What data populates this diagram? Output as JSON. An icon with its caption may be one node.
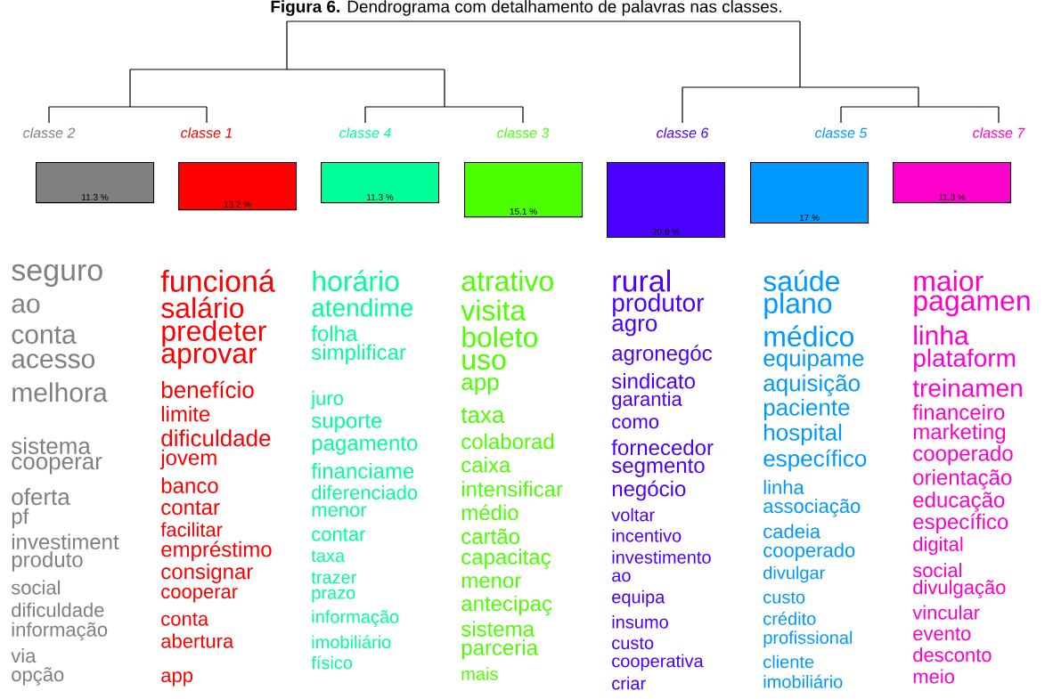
{
  "diagram": {
    "title": "**Figura 6.** Dendrograma com detalhamento de palavras nas classes.",
    "nodes": [
      {
        "text": [
          "classe  2"
        ]
      },
      {
        "text": [
          "classe  1"
        ]
      },
      {
        "text": [
          "classe  4"
        ]
      },
      {
        "text": [
          "classe  3"
        ]
      },
      {
        "text": [
          "classe  6"
        ]
      },
      {
        "text": [
          "classe  5"
        ]
      },
      {
        "text": [
          "classe  7"
        ]
      },
      {
        "text": [
          "11.3 %"
        ],
        "beside": [
          "seguro",
          "ao",
          "conta",
          "acesso",
          "melhora",
          "sistema",
          "cooperar",
          "oferta",
          "pf",
          "investiment",
          "produto",
          "social",
          "dificuldade",
          "informação",
          "via",
          "opção"
        ]
      },
      {
        "text": [
          "13.2 %"
        ],
        "beside": [
          "funcioná",
          "salário",
          "predeter",
          "aprovar",
          "benefício",
          "limite",
          "dificuldade",
          "jovem",
          "banco",
          "contar",
          "facilitar",
          "empréstimo",
          "consignar",
          "cooperar",
          "conta",
          "abertura",
          "app"
        ]
      },
      {
        "text": [
          "11.3 %"
        ],
        "beside": [
          "horário",
          "atendime",
          "folha",
          "simplificar",
          "juro",
          "suporte",
          "pagamento",
          "financiame",
          "diferenciado",
          "menor",
          "contar",
          "taxa",
          "trazer",
          "prazo",
          "informação",
          "imobiliário",
          "físico"
        ]
      },
      {
        "text": [
          "15.1 %"
        ],
        "beside": [
          "atrativo",
          "visita",
          "boleto",
          "uso",
          "app",
          "taxa",
          "colaborad",
          "caixa",
          "intensificar",
          "médio",
          "cartão",
          "capacitaç",
          "menor",
          "antecipaç",
          "sistema",
          "parceria",
          "mais"
        ]
      },
      {
        "text": [
          "20.8 %"
        ],
        "beside": [
          "rural",
          "produtor",
          "agro",
          "agronegóc",
          "sindicato",
          "garantia",
          "como",
          "fornecedor",
          "segmento",
          "negócio",
          "voltar",
          "incentivo",
          "investimento",
          "ao",
          "equipa",
          "insumo",
          "custo",
          "cooperativa",
          "criar"
        ]
      },
      {
        "text": [
          "17 %"
        ],
        "beside": [
          "saúde",
          "plano",
          "médico",
          "equipame",
          "aquisição",
          "paciente",
          "hospital",
          "específico",
          "linha",
          "associação",
          "cadeia",
          "cooperado",
          "divulgar",
          "custo",
          "crédito",
          "profissional",
          "cliente",
          "imobiliário"
        ]
      },
      {
        "text": [
          "11.3 %"
        ],
        "beside": [
          "maior",
          "pagamen",
          "linha",
          "plataform",
          "treinamen",
          "financeiro",
          "marketing",
          "cooperado",
          "orientação",
          "educação",
          "específico",
          "digital",
          "social",
          "divulgação",
          "vincular",
          "evento",
          "desconto",
          "meio"
        ]
      }
    ]
  }
}
